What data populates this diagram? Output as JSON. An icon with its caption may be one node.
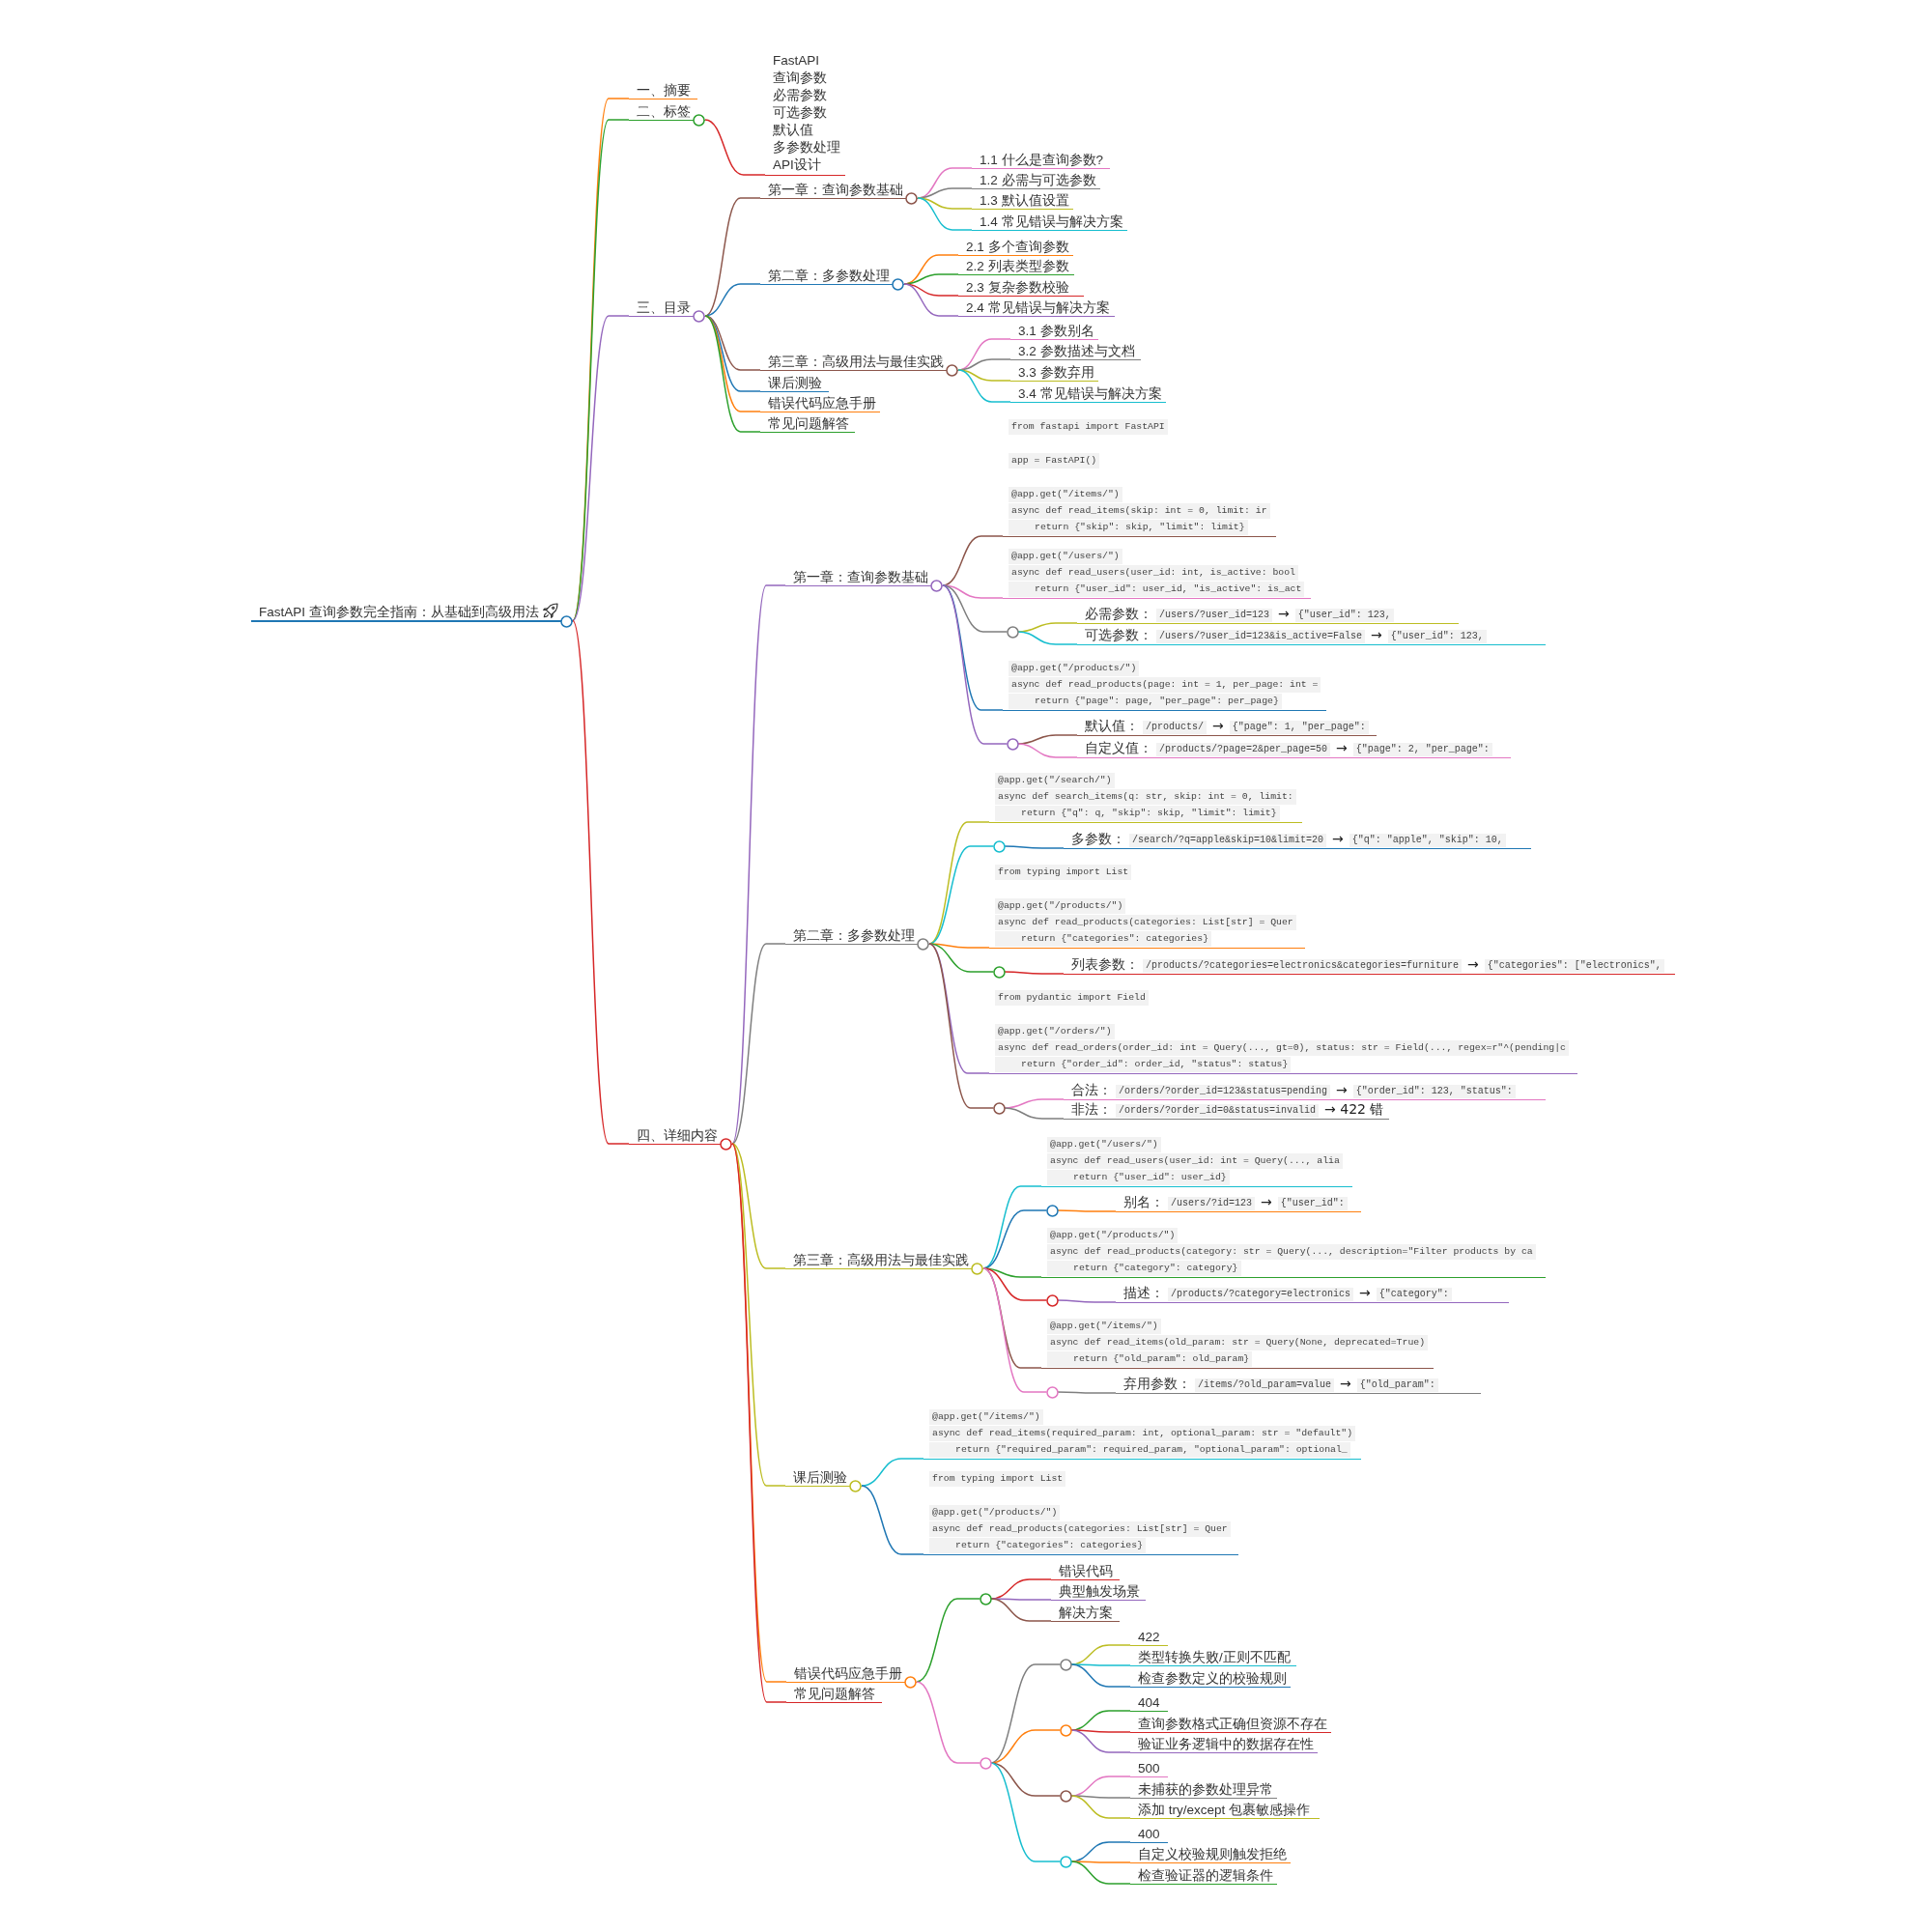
{
  "diagram": {
    "nodes": [
      {
        "text": [
          "FastAPI 查询参数完全指南：从基础到高级用法"
        ]
      },
      {
        "text": [
          "一、摘要"
        ]
      },
      {
        "text": [
          "二、标签"
        ]
      },
      {
        "text": [
          "FastAPI",
          "查询参数",
          "必需参数",
          "可选参数",
          "默认值",
          "多参数处理",
          "API设计"
        ]
      },
      {
        "text": [
          "三、目录"
        ]
      },
      {
        "text": [
          "第一章：查询参数基础"
        ]
      },
      {
        "text": [
          "1.1 什么是查询参数?"
        ]
      },
      {
        "text": [
          "1.2 必需与可选参数"
        ]
      },
      {
        "text": [
          "1.3 默认值设置"
        ]
      },
      {
        "text": [
          "1.4 常见错误与解决方案"
        ]
      },
      {
        "text": [
          "第二章：多参数处理"
        ]
      },
      {
        "text": [
          "2.1 多个查询参数"
        ]
      },
      {
        "text": [
          "2.2 列表类型参数"
        ]
      },
      {
        "text": [
          "2.3 复杂参数校验"
        ]
      },
      {
        "text": [
          "2.4 常见错误与解决方案"
        ]
      },
      {
        "text": [
          "第三章：高级用法与最佳实践"
        ]
      },
      {
        "text": [
          "3.1 参数别名"
        ]
      },
      {
        "text": [
          "3.2 参数描述与文档"
        ]
      },
      {
        "text": [
          "3.3 参数弃用"
        ]
      },
      {
        "text": [
          "3.4 常见错误与解决方案"
        ]
      },
      {
        "text": [
          "课后测验"
        ]
      },
      {
        "text": [
          "错误代码应急手册"
        ]
      },
      {
        "text": [
          "常见问题解答"
        ]
      },
      {
        "text": [
          "四、详细内容"
        ]
      },
      {
        "text": [
          "第一章：查询参数基础"
        ]
      },
      {
        "text": [
          "from fastapi import FastAPI",
          "app = FastAPI()",
          "@app.get(\"/items/\")",
          "async def read_items(skip: int = 0, limit: ir",
          "return {\"skip\": skip, \"limit\": limit}"
        ]
      },
      {
        "text": [
          "@app.get(\"/users/\")",
          "async def read_users(user_id: int, is_active: bool",
          "return {\"user_id\": user_id, \"is_active\": is_act"
        ]
      },
      {
        "text": [],
        "shape": "circle"
      },
      {
        "text": [
          "必需参数：",
          "/users/?user_id=123",
          "→",
          "{\"user_id\": 123,"
        ]
      },
      {
        "text": [
          "可选参数：",
          "/users/?user_id=123&is_active=False",
          "→",
          "{\"user_id\": 123,"
        ]
      },
      {
        "text": [
          "@app.get(\"/products/\")",
          "async def read_products(page: int = 1, per_page: int =",
          "return {\"page\": page, \"per_page\": per_page}"
        ]
      },
      {
        "text": [],
        "shape": "circle"
      },
      {
        "text": [
          "默认值：",
          "/products/",
          "→",
          "{\"page\": 1, \"per_page\":"
        ]
      },
      {
        "text": [
          "自定义值：",
          "/products/?page=2&per_page=50",
          "→",
          "{\"page\": 2, \"per_page\":"
        ]
      },
      {
        "text": [
          "第二章：多参数处理"
        ]
      },
      {
        "text": [
          "@app.get(\"/search/\")",
          "async def search_items(q: str, skip: int = 0, limit:",
          "return {\"q\": q, \"skip\": skip, \"limit\": limit}"
        ]
      },
      {
        "text": [],
        "shape": "circle"
      },
      {
        "text": [
          "多参数：",
          "/search/?q=apple&skip=10&limit=20",
          "→",
          "{\"q\": \"apple\", \"skip\": 10,"
        ]
      },
      {
        "text": [
          "from typing import List",
          "@app.get(\"/products/\")",
          "async def read_products(categories: List[str] = Quer",
          "return {\"categories\": categories}"
        ]
      },
      {
        "text": [],
        "shape": "circle"
      },
      {
        "text": [
          "列表参数：",
          "/products/?categories=electronics&categories=furniture",
          "→",
          "{\"categories\": [\"electronics\","
        ]
      },
      {
        "text": [
          "from pydantic import Field",
          "@app.get(\"/orders/\")",
          "async def read_orders(order_id: int = Query(..., gt=0), status: str = Field(..., regex=r\"^(pending|c",
          "return {\"order_id\": order_id, \"status\": status}"
        ]
      },
      {
        "text": [],
        "shape": "circle"
      },
      {
        "text": [
          "合法：",
          "/orders/?order_id=123&status=pending",
          "→",
          "{\"order_id\": 123, \"status\":"
        ]
      },
      {
        "text": [
          "非法：",
          "/orders/?order_id=0&status=invalid",
          "→ 422 错"
        ]
      },
      {
        "text": [
          "第三章：高级用法与最佳实践"
        ]
      },
      {
        "text": [
          "@app.get(\"/users/\")",
          "async def read_users(user_id: int = Query(..., alia",
          "return {\"user_id\": user_id}"
        ]
      },
      {
        "text": [],
        "shape": "circle"
      },
      {
        "text": [
          "别名：",
          "/users/?id=123",
          "→",
          "{\"user_id\":"
        ]
      },
      {
        "text": [
          "@app.get(\"/products/\")",
          "async def read_products(category: str = Query(..., description=\"Filter products by ca",
          "return {\"category\": category}"
        ]
      },
      {
        "text": [],
        "shape": "circle"
      },
      {
        "text": [
          "描述：",
          "/products/?category=electronics",
          "→",
          "{\"category\":"
        ]
      },
      {
        "text": [
          "@app.get(\"/items/\")",
          "async def read_items(old_param: str = Query(None, deprecated=True)",
          "return {\"old_param\": old_param}"
        ]
      },
      {
        "text": [],
        "shape": "circle"
      },
      {
        "text": [
          "弃用参数：",
          "/items/?old_param=value",
          "→",
          "{\"old_param\":"
        ]
      },
      {
        "text": [
          "课后测验"
        ]
      },
      {
        "text": [
          "@app.get(\"/items/\")",
          "async def read_items(required_param: int, optional_param: str = \"default\")",
          "return {\"required_param\": required_param, \"optional_param\": optional_"
        ]
      },
      {
        "text": [
          "from typing import List",
          "@app.get(\"/products/\")",
          "async def read_products(categories: List[str] = Quer",
          "return {\"categories\": categories}"
        ]
      },
      {
        "text": [
          "错误代码应急手册"
        ]
      },
      {
        "text": [],
        "shape": "circle"
      },
      {
        "text": [
          "错误代码"
        ]
      },
      {
        "text": [
          "典型触发场景"
        ]
      },
      {
        "text": [
          "解决方案"
        ]
      },
      {
        "text": [],
        "shape": "circle"
      },
      {
        "text": [],
        "shape": "circle"
      },
      {
        "text": [
          "422"
        ]
      },
      {
        "text": [
          "类型转换失败/正则不匹配"
        ]
      },
      {
        "text": [
          "检查参数定义的校验规则"
        ]
      },
      {
        "text": [],
        "shape": "circle"
      },
      {
        "text": [
          "404"
        ]
      },
      {
        "text": [
          "查询参数格式正确但资源不存在"
        ]
      },
      {
        "text": [
          "验证业务逻辑中的数据存在性"
        ]
      },
      {
        "text": [],
        "shape": "circle"
      },
      {
        "text": [
          "500"
        ]
      },
      {
        "text": [
          "未捕获的参数处理异常"
        ]
      },
      {
        "text": [
          "添加 try/except 包裹敏感操作"
        ]
      },
      {
        "text": [],
        "shape": "circle"
      },
      {
        "text": [
          "400"
        ]
      },
      {
        "text": [
          "自定义校验规则触发拒绝"
        ]
      },
      {
        "text": [
          "检查验证器的逻辑条件"
        ]
      },
      {
        "text": [
          "常见问题解答"
        ]
      }
    ],
    "edges": [
      {
        "from": 0,
        "to": 1,
        "arrow": "none",
        "color": "#ff7f0e"
      },
      {
        "from": 0,
        "to": 2,
        "arrow": "none",
        "color": "#2ca02c"
      },
      {
        "from": 2,
        "to": 3,
        "arrow": "none",
        "color": "#d62728"
      },
      {
        "from": 0,
        "to": 4,
        "arrow": "none",
        "color": "#9467bd"
      },
      {
        "from": 4,
        "to": 5,
        "arrow": "none",
        "color": "#8c564b"
      },
      {
        "from": 5,
        "to": 6,
        "arrow": "none",
        "color": "#e377c2"
      },
      {
        "from": 5,
        "to": 7,
        "arrow": "none",
        "color": "#7f7f7f"
      },
      {
        "from": 5,
        "to": 8,
        "arrow": "none",
        "color": "#bcbd22"
      },
      {
        "from": 5,
        "to": 9,
        "arrow": "none",
        "color": "#17becf"
      },
      {
        "from": 4,
        "to": 10,
        "arrow": "none",
        "color": "#1f77b4"
      },
      {
        "from": 10,
        "to": 11,
        "arrow": "none",
        "color": "#ff7f0e"
      },
      {
        "from": 10,
        "to": 12,
        "arrow": "none",
        "color": "#2ca02c"
      },
      {
        "from": 10,
        "to": 13,
        "arrow": "none",
        "color": "#d62728"
      },
      {
        "from": 10,
        "to": 14,
        "arrow": "none",
        "color": "#9467bd"
      },
      {
        "from": 4,
        "to": 15,
        "arrow": "none",
        "color": "#8c564b"
      },
      {
        "from": 15,
        "to": 16,
        "arrow": "none",
        "color": "#e377c2"
      },
      {
        "from": 15,
        "to": 17,
        "arrow": "none",
        "color": "#7f7f7f"
      },
      {
        "from": 15,
        "to": 18,
        "arrow": "none",
        "color": "#bcbd22"
      },
      {
        "from": 15,
        "to": 19,
        "arrow": "none",
        "color": "#17becf"
      },
      {
        "from": 4,
        "to": 20,
        "arrow": "none",
        "color": "#1f77b4"
      },
      {
        "from": 4,
        "to": 21,
        "arrow": "none",
        "color": "#ff7f0e"
      },
      {
        "from": 4,
        "to": 22,
        "arrow": "none",
        "color": "#2ca02c"
      },
      {
        "from": 0,
        "to": 23,
        "arrow": "none",
        "color": "#d62728"
      },
      {
        "from": 23,
        "to": 24,
        "arrow": "none",
        "color": "#9467bd"
      },
      {
        "from": 24,
        "to": 25,
        "arrow": "none",
        "color": "#8c564b"
      },
      {
        "from": 24,
        "to": 26,
        "arrow": "none",
        "color": "#e377c2"
      },
      {
        "from": 24,
        "to": 27,
        "arrow": "none",
        "color": "#7f7f7f"
      },
      {
        "from": 27,
        "to": 28,
        "arrow": "none",
        "color": "#bcbd22"
      },
      {
        "from": 27,
        "to": 29,
        "arrow": "none",
        "color": "#17becf"
      },
      {
        "from": 24,
        "to": 30,
        "arrow": "none",
        "color": "#1f77b4"
      },
      {
        "from": 24,
        "to": 31,
        "arrow": "none",
        "color": "#9467bd"
      },
      {
        "from": 31,
        "to": 32,
        "arrow": "none",
        "color": "#8c564b"
      },
      {
        "from": 31,
        "to": 33,
        "arrow": "none",
        "color": "#e377c2"
      },
      {
        "from": 23,
        "to": 34,
        "arrow": "none",
        "color": "#7f7f7f"
      },
      {
        "from": 34,
        "to": 35,
        "arrow": "none",
        "color": "#bcbd22"
      },
      {
        "from": 34,
        "to": 36,
        "arrow": "none",
        "color": "#17becf"
      },
      {
        "from": 36,
        "to": 37,
        "arrow": "none",
        "color": "#1f77b4"
      },
      {
        "from": 34,
        "to": 38,
        "arrow": "none",
        "color": "#ff7f0e"
      },
      {
        "from": 34,
        "to": 39,
        "arrow": "none",
        "color": "#2ca02c"
      },
      {
        "from": 39,
        "to": 40,
        "arrow": "none",
        "color": "#d62728"
      },
      {
        "from": 34,
        "to": 41,
        "arrow": "none",
        "color": "#9467bd"
      },
      {
        "from": 34,
        "to": 42,
        "arrow": "none",
        "color": "#8c564b"
      },
      {
        "from": 42,
        "to": 43,
        "arrow": "none",
        "color": "#e377c2"
      },
      {
        "from": 42,
        "to": 44,
        "arrow": "none",
        "color": "#7f7f7f"
      },
      {
        "from": 23,
        "to": 45,
        "arrow": "none",
        "color": "#bcbd22"
      },
      {
        "from": 45,
        "to": 46,
        "arrow": "none",
        "color": "#17becf"
      },
      {
        "from": 45,
        "to": 47,
        "arrow": "none",
        "color": "#1f77b4"
      },
      {
        "from": 47,
        "to": 48,
        "arrow": "none",
        "color": "#ff7f0e"
      },
      {
        "from": 45,
        "to": 49,
        "arrow": "none",
        "color": "#2ca02c"
      },
      {
        "from": 45,
        "to": 50,
        "arrow": "none",
        "color": "#d62728"
      },
      {
        "from": 50,
        "to": 51,
        "arrow": "none",
        "color": "#9467bd"
      },
      {
        "from": 45,
        "to": 52,
        "arrow": "none",
        "color": "#8c564b"
      },
      {
        "from": 45,
        "to": 53,
        "arrow": "none",
        "color": "#e377c2"
      },
      {
        "from": 53,
        "to": 54,
        "arrow": "none",
        "color": "#7f7f7f"
      },
      {
        "from": 23,
        "to": 55,
        "arrow": "none",
        "color": "#bcbd22"
      },
      {
        "from": 55,
        "to": 56,
        "arrow": "none",
        "color": "#17becf"
      },
      {
        "from": 55,
        "to": 57,
        "arrow": "none",
        "color": "#1f77b4"
      },
      {
        "from": 23,
        "to": 58,
        "arrow": "none",
        "color": "#ff7f0e"
      },
      {
        "from": 58,
        "to": 59,
        "arrow": "none",
        "color": "#2ca02c"
      },
      {
        "from": 59,
        "to": 60,
        "arrow": "none",
        "color": "#d62728"
      },
      {
        "from": 59,
        "to": 61,
        "arrow": "none",
        "color": "#9467bd"
      },
      {
        "from": 59,
        "to": 62,
        "arrow": "none",
        "color": "#8c564b"
      },
      {
        "from": 58,
        "to": 63,
        "arrow": "none",
        "color": "#e377c2"
      },
      {
        "from": 63,
        "to": 64,
        "arrow": "none",
        "color": "#7f7f7f"
      },
      {
        "from": 64,
        "to": 65,
        "arrow": "none",
        "color": "#bcbd22"
      },
      {
        "from": 64,
        "to": 66,
        "arrow": "none",
        "color": "#17becf"
      },
      {
        "from": 64,
        "to": 67,
        "arrow": "none",
        "color": "#1f77b4"
      },
      {
        "from": 63,
        "to": 68,
        "arrow": "none",
        "color": "#ff7f0e"
      },
      {
        "from": 68,
        "to": 69,
        "arrow": "none",
        "color": "#2ca02c"
      },
      {
        "from": 68,
        "to": 70,
        "arrow": "none",
        "color": "#d62728"
      },
      {
        "from": 68,
        "to": 71,
        "arrow": "none",
        "color": "#9467bd"
      },
      {
        "from": 63,
        "to": 72,
        "arrow": "none",
        "color": "#8c564b"
      },
      {
        "from": 72,
        "to": 73,
        "arrow": "none",
        "color": "#e377c2"
      },
      {
        "from": 72,
        "to": 74,
        "arrow": "none",
        "color": "#7f7f7f"
      },
      {
        "from": 72,
        "to": 75,
        "arrow": "none",
        "color": "#bcbd22"
      },
      {
        "from": 63,
        "to": 76,
        "arrow": "none",
        "color": "#17becf"
      },
      {
        "from": 76,
        "to": 77,
        "arrow": "none",
        "color": "#1f77b4"
      },
      {
        "from": 76,
        "to": 78,
        "arrow": "none",
        "color": "#ff7f0e"
      },
      {
        "from": 76,
        "to": 79,
        "arrow": "none",
        "color": "#2ca02c"
      },
      {
        "from": 23,
        "to": 80,
        "arrow": "none",
        "color": "#d62728"
      }
    ]
  }
}
